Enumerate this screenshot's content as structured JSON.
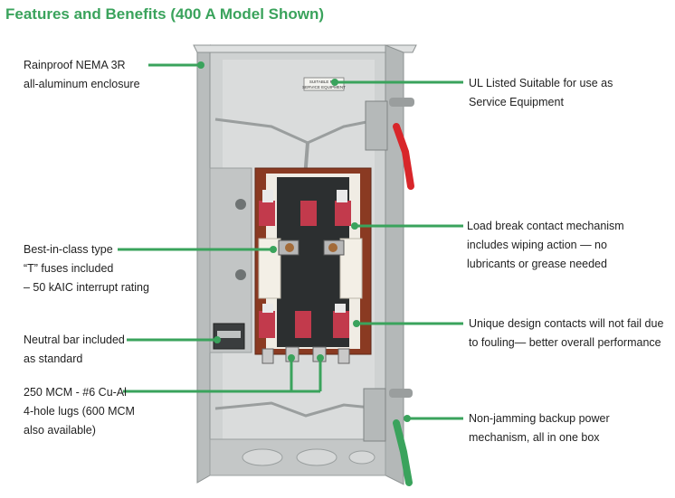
{
  "title": "Features and Benefits (400 A Model Shown)",
  "colors": {
    "accent": "#3aa35c",
    "enclosure": "#c9cccc",
    "panel": "#e4e6e6",
    "backplate": "#8a3a22",
    "handle": "#d8262a",
    "handle_green": "#3aa35c",
    "text": "#222222"
  },
  "label_plate": {
    "line1": "SUITABLE FOR",
    "line2": "SERVICE EQUIPMENT"
  },
  "callouts": {
    "enclosure": {
      "lines": [
        "Rainproof NEMA 3R",
        "all-aluminum enclosure"
      ]
    },
    "ul_listed": {
      "lines": [
        "UL Listed Suitable for use as",
        "Service Equipment"
      ]
    },
    "load_break": {
      "lines": [
        "Load break contact mechanism",
        "includes wiping action — no",
        "lubricants or grease needed"
      ]
    },
    "fuses": {
      "lines": [
        "Best-in-class type",
        "“T” fuses included",
        "– 50 kAIC interrupt rating"
      ]
    },
    "contacts": {
      "lines": [
        "Unique design contacts will not fail due",
        "to fouling— better overall performance"
      ]
    },
    "neutral_bar": {
      "lines": [
        "Neutral bar included",
        "as standard"
      ]
    },
    "lugs": {
      "lines": [
        "250 MCM - #6 Cu-Al",
        "4-hole lugs (600 MCM",
        "also available)"
      ]
    },
    "backup_power": {
      "lines": [
        "Non-jamming backup power",
        "mechanism, all in one box"
      ]
    }
  }
}
